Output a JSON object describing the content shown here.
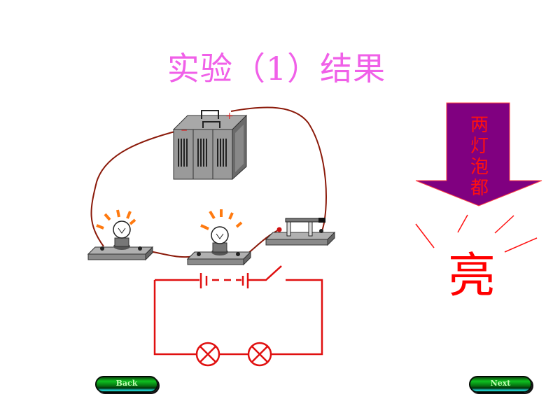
{
  "slide": {
    "title": "实验（1）结果",
    "arrow_label": [
      "两",
      "灯",
      "泡",
      "都"
    ],
    "result_text": "亮",
    "colors": {
      "title": "#f060e8",
      "arrow_fill": "#800080",
      "arrow_text": "#ff1010",
      "result": "#ff0000",
      "wire": "#8b1a0a",
      "schematic": "#e01010",
      "rays": "#ff7a10"
    }
  },
  "illustration": {
    "battery": {
      "positive_label": "+",
      "negative_label": "−"
    },
    "bulbs": [
      {
        "state": "lit"
      },
      {
        "state": "lit"
      }
    ],
    "switch": {
      "state": "closed"
    }
  },
  "schematic": {
    "components": [
      "battery-pack",
      "switch",
      "lamp",
      "lamp"
    ],
    "connection": "series"
  },
  "nav": {
    "back_label": "Back",
    "next_label": "Next"
  }
}
